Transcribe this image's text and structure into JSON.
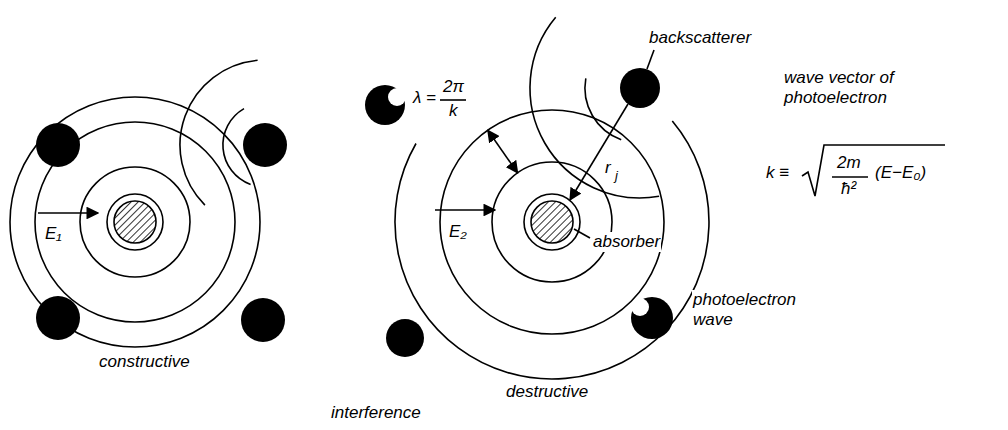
{
  "diagram": {
    "labels": [
      "E₁",
      "constructive",
      "E₂",
      "λ =",
      "2π",
      "k",
      "backscatterer",
      "r",
      "j",
      "absorber",
      "photoelectron wave",
      "destructive",
      "interference",
      "wave vector of photoelectron",
      "k ≡",
      "2m",
      "ħ²",
      "(E−E₀)"
    ]
  }
}
